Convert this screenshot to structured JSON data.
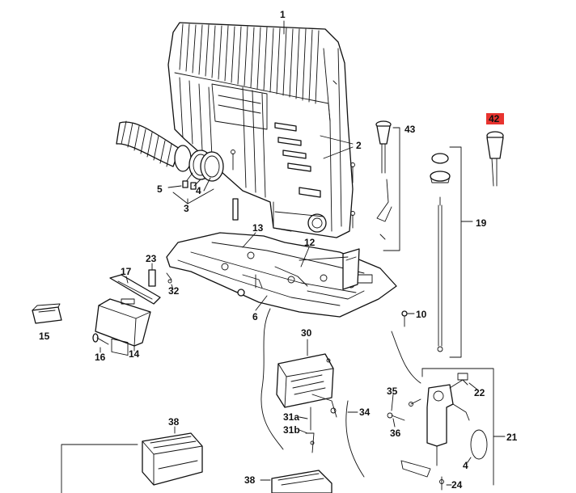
{
  "labels": {
    "p1": "1",
    "p2": "2",
    "p3": "3",
    "p4a": "4",
    "p4b": "4",
    "p5": "5",
    "p6": "6",
    "p10": "10",
    "p12": "12",
    "p13": "13",
    "p14": "14",
    "p15": "15",
    "p16": "16",
    "p17": "17",
    "p19": "19",
    "p21": "21",
    "p22": "22",
    "p23": "23",
    "p24": "24",
    "p30": "30",
    "p31a": "31a",
    "p31b": "31b",
    "p32": "32",
    "p34": "34",
    "p35": "35",
    "p36": "36",
    "p38a": "38",
    "p38b": "38",
    "p42": "42",
    "p43": "43"
  },
  "colors": {
    "line": "#111111",
    "highlight": "#e8332f",
    "background": "#ffffff"
  }
}
